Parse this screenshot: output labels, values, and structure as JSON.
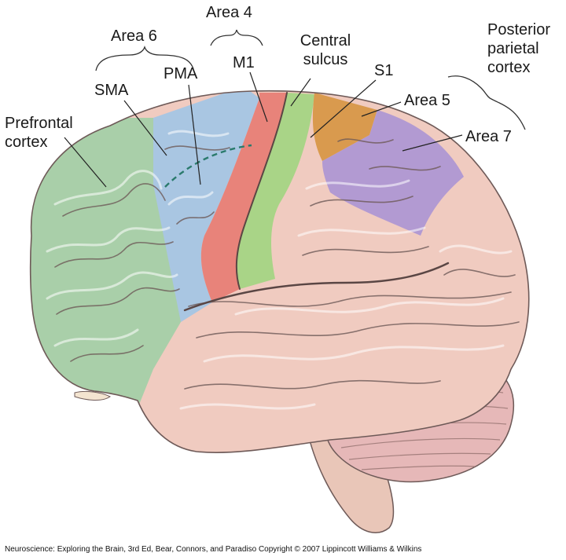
{
  "labels": {
    "area4": "Area 4",
    "area6": "Area 6",
    "m1": "M1",
    "central_sulcus": [
      "Central",
      "sulcus"
    ],
    "sma": "SMA",
    "pma": "PMA",
    "s1": "S1",
    "posterior_parietal_cortex": [
      "Posterior",
      "parietal",
      "cortex"
    ],
    "area5": "Area 5",
    "area7": "Area 7",
    "prefrontal_cortex": [
      "Prefrontal",
      "cortex"
    ]
  },
  "credit": "Neuroscience: Exploring the Brain, 3rd Ed, Bear, Connors, and Paradiso Copyright © 2007 Lippincott Williams & Wilkins",
  "colors": {
    "prefrontal": "#a9cfa9",
    "premotor": "#a9c6e2",
    "primary_motor": "#e8837a",
    "somatosensory": "#a9d487",
    "area5": "#d99a4e",
    "area7": "#b29ad2",
    "cortex": "#f0cbc0",
    "cerebellum": "#e6b8b8",
    "brainstem": "#e9c6b8",
    "outline": "#6e5a58",
    "dashed_line": "#2a7a6c"
  }
}
